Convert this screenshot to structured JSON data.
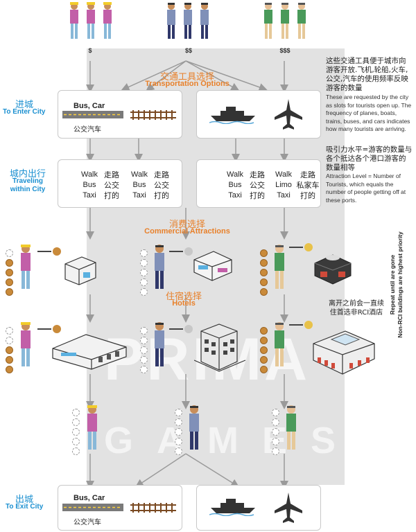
{
  "header": {
    "money_left": "$",
    "money_mid": "$$",
    "money_right": "$$$"
  },
  "stages": {
    "enter_zh": "进城",
    "enter_en": "To Enter City",
    "within_zh": "城内出行",
    "within_en": "Traveling within City",
    "exit_zh": "出城",
    "exit_en": "To Exit City"
  },
  "transport": {
    "title_zh": "交通工具选择",
    "title_en": "Transportation Options",
    "bus_car": "Bus, Car",
    "bus_car_zh": "公交汽车",
    "exit_bus_car": "Bus, Car",
    "exit_bus_car_zh": "公交汽车"
  },
  "travel_modes": {
    "col1_en": [
      "Walk",
      "Bus",
      "Taxi"
    ],
    "col1_zh": [
      "走路",
      "公交",
      "打的"
    ],
    "col2_en": [
      "Walk",
      "Bus",
      "Taxi"
    ],
    "col2_zh": [
      "走路",
      "公交",
      "打的"
    ],
    "col3_en": [
      "Walk",
      "Bus",
      "Taxi"
    ],
    "col3_zh": [
      "走路",
      "公交",
      "打的"
    ],
    "col4_en": [
      "Walk",
      "Limo",
      "Taxi"
    ],
    "col4_zh": [
      "走路",
      "私家车",
      "打的"
    ]
  },
  "commercial": {
    "title_zh": "消费选择",
    "title_en": "Commercial Attractions"
  },
  "hotels": {
    "title_zh": "住宿选择",
    "title_en": "Hotels"
  },
  "notes": {
    "top_zh": "这些交通工具便于城市向游客开放.飞机,轮船,火车,公交,汽车的使用频率反映游客的数量",
    "top_en": "These are requested by the city as slots for tourists open up.  The frequency of planes, boats, trains, buses, and cars indicates how many tourists are arriving.",
    "attraction_zh": "吸引力水平=游客的数量与各个抵达各个港口游客的数量相等",
    "attraction_en": "Attraction Level = Number of Tourists, which equals the number of people getting off at these ports.",
    "repeat_zh": "离开之前会一直续住首选非RCI酒店",
    "repeat_en_1": "Repeat until are gone",
    "repeat_en_2": "Non-RCI buildings are highest priority"
  },
  "colors": {
    "accent_blue": "#1a8fd0",
    "accent_orange": "#e8802a",
    "arrow_gray": "#9a9a9a"
  }
}
